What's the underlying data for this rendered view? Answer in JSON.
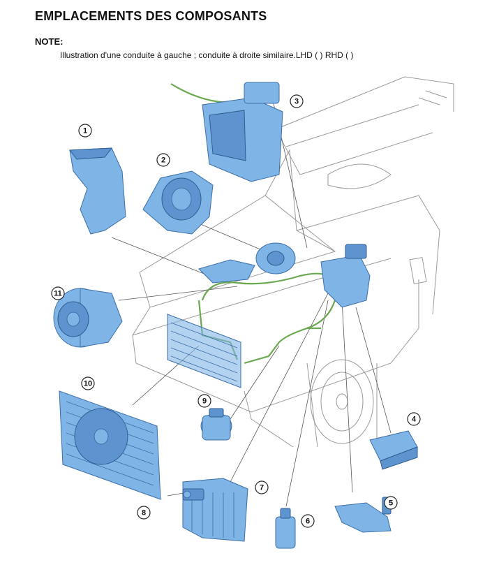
{
  "heading": "EMPLACEMENTS DES COMPOSANTS",
  "note": {
    "label": "NOTE:",
    "text": "Illustration d'une conduite à gauche ; conduite à droite similaire.LHD ( )  RHD ( )"
  },
  "illustration": {
    "callouts": [
      "1",
      "2",
      "3",
      "4",
      "5",
      "6",
      "7",
      "8",
      "9",
      "10",
      "11"
    ],
    "colors": {
      "component": "#7fb4e6",
      "pipework": "#6aa84f",
      "vehicle_outline": "#9a9a9a"
    }
  }
}
